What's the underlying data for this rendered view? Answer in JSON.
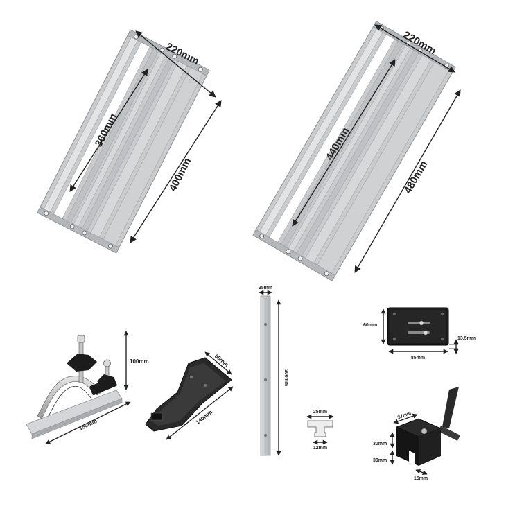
{
  "colors": {
    "aluminum": "#c9cbcd",
    "aluminum_light": "#e4e5e6",
    "aluminum_dark": "#9fa2a5",
    "black_part": "#1c1c1c",
    "steel": "#b8b8b8",
    "arrow": "#222222"
  },
  "plate_small": {
    "width_label": "220mm",
    "length_label": "400mm",
    "track_label": "360mm"
  },
  "plate_large": {
    "width_label": "220mm",
    "length_label": "480mm",
    "track_label": "440mm"
  },
  "hold_down_clamp": {
    "height_label": "100mm",
    "length_label": "150mm"
  },
  "miter_plate": {
    "width_label": "60mm",
    "length_label": "140mm"
  },
  "rail": {
    "width_label": "25mm",
    "length_label": "300mm"
  },
  "t_track_profile": {
    "top_label": "25mm",
    "bottom_label": "12mm"
  },
  "slider_block": {
    "height_label": "60mm",
    "width_label": "85mm",
    "slot_label": "13.5mm"
  },
  "lever_clamp": {
    "top_label": "37mm",
    "height1_label": "30mm",
    "height2_label": "30mm",
    "bottom_label": "15mm"
  }
}
